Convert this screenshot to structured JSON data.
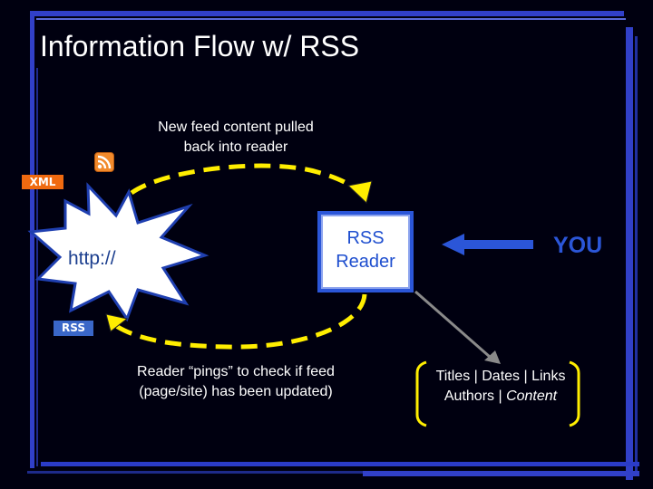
{
  "title": "Information Flow w/ RSS",
  "top_caption": [
    "New feed content pulled",
    "back into reader"
  ],
  "bottom_caption": [
    "Reader “pings” to check if feed",
    "(page/site) has been updated)"
  ],
  "source_label": "http://",
  "reader_label": [
    "RSS",
    "Reader"
  ],
  "you_label": "YOU",
  "content_types": {
    "line1": "Titles | Dates | Links",
    "line2_plain": "Authors | ",
    "line2_italic": "Content"
  },
  "badges": {
    "xml": "XML",
    "rss": "RSS"
  },
  "icons": {
    "feed": "rss-feed-icon"
  },
  "colors": {
    "background": "#000010",
    "frame_blue": "#2b3cc8",
    "accent_blue": "#2b56d8",
    "dashed_yellow": "#ffee00",
    "arrow_gray": "#8a8a8a",
    "xml_orange": "#f06a10",
    "rss_blue": "#3a67c8"
  }
}
